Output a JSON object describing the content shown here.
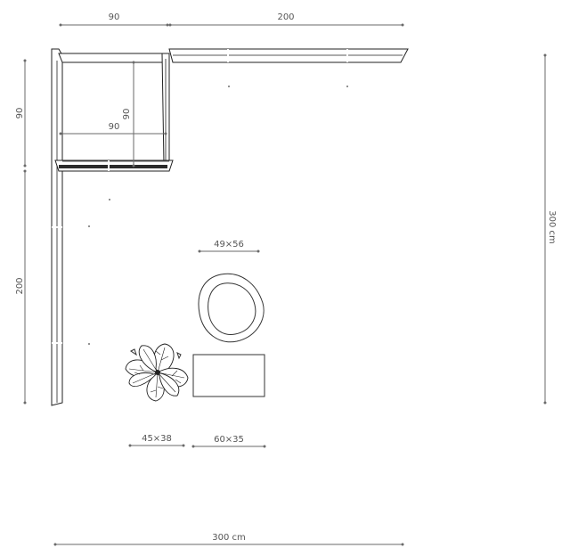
{
  "dimensions": {
    "top_left": "90",
    "top_right": "200",
    "left_upper": "90",
    "left_lower": "200",
    "inner_horizontal": "90",
    "inner_vertical": "90",
    "right_total": "300 cm",
    "bottom_total": "300 cm",
    "armchair": "49×56",
    "plant": "45×38",
    "table": "60×35"
  }
}
